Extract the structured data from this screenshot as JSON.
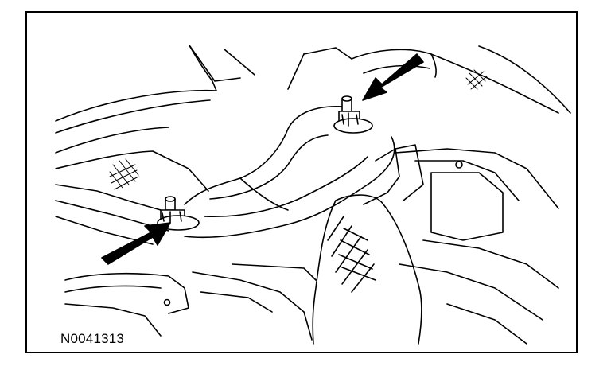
{
  "figure": {
    "id_label": "N0041313",
    "line_color": "#000000",
    "background": "#ffffff"
  },
  "callouts": [
    {
      "icon": "arrow-icon",
      "points_to": "left-stud-nut"
    },
    {
      "icon": "arrow-icon",
      "points_to": "right-stud-nut"
    }
  ]
}
